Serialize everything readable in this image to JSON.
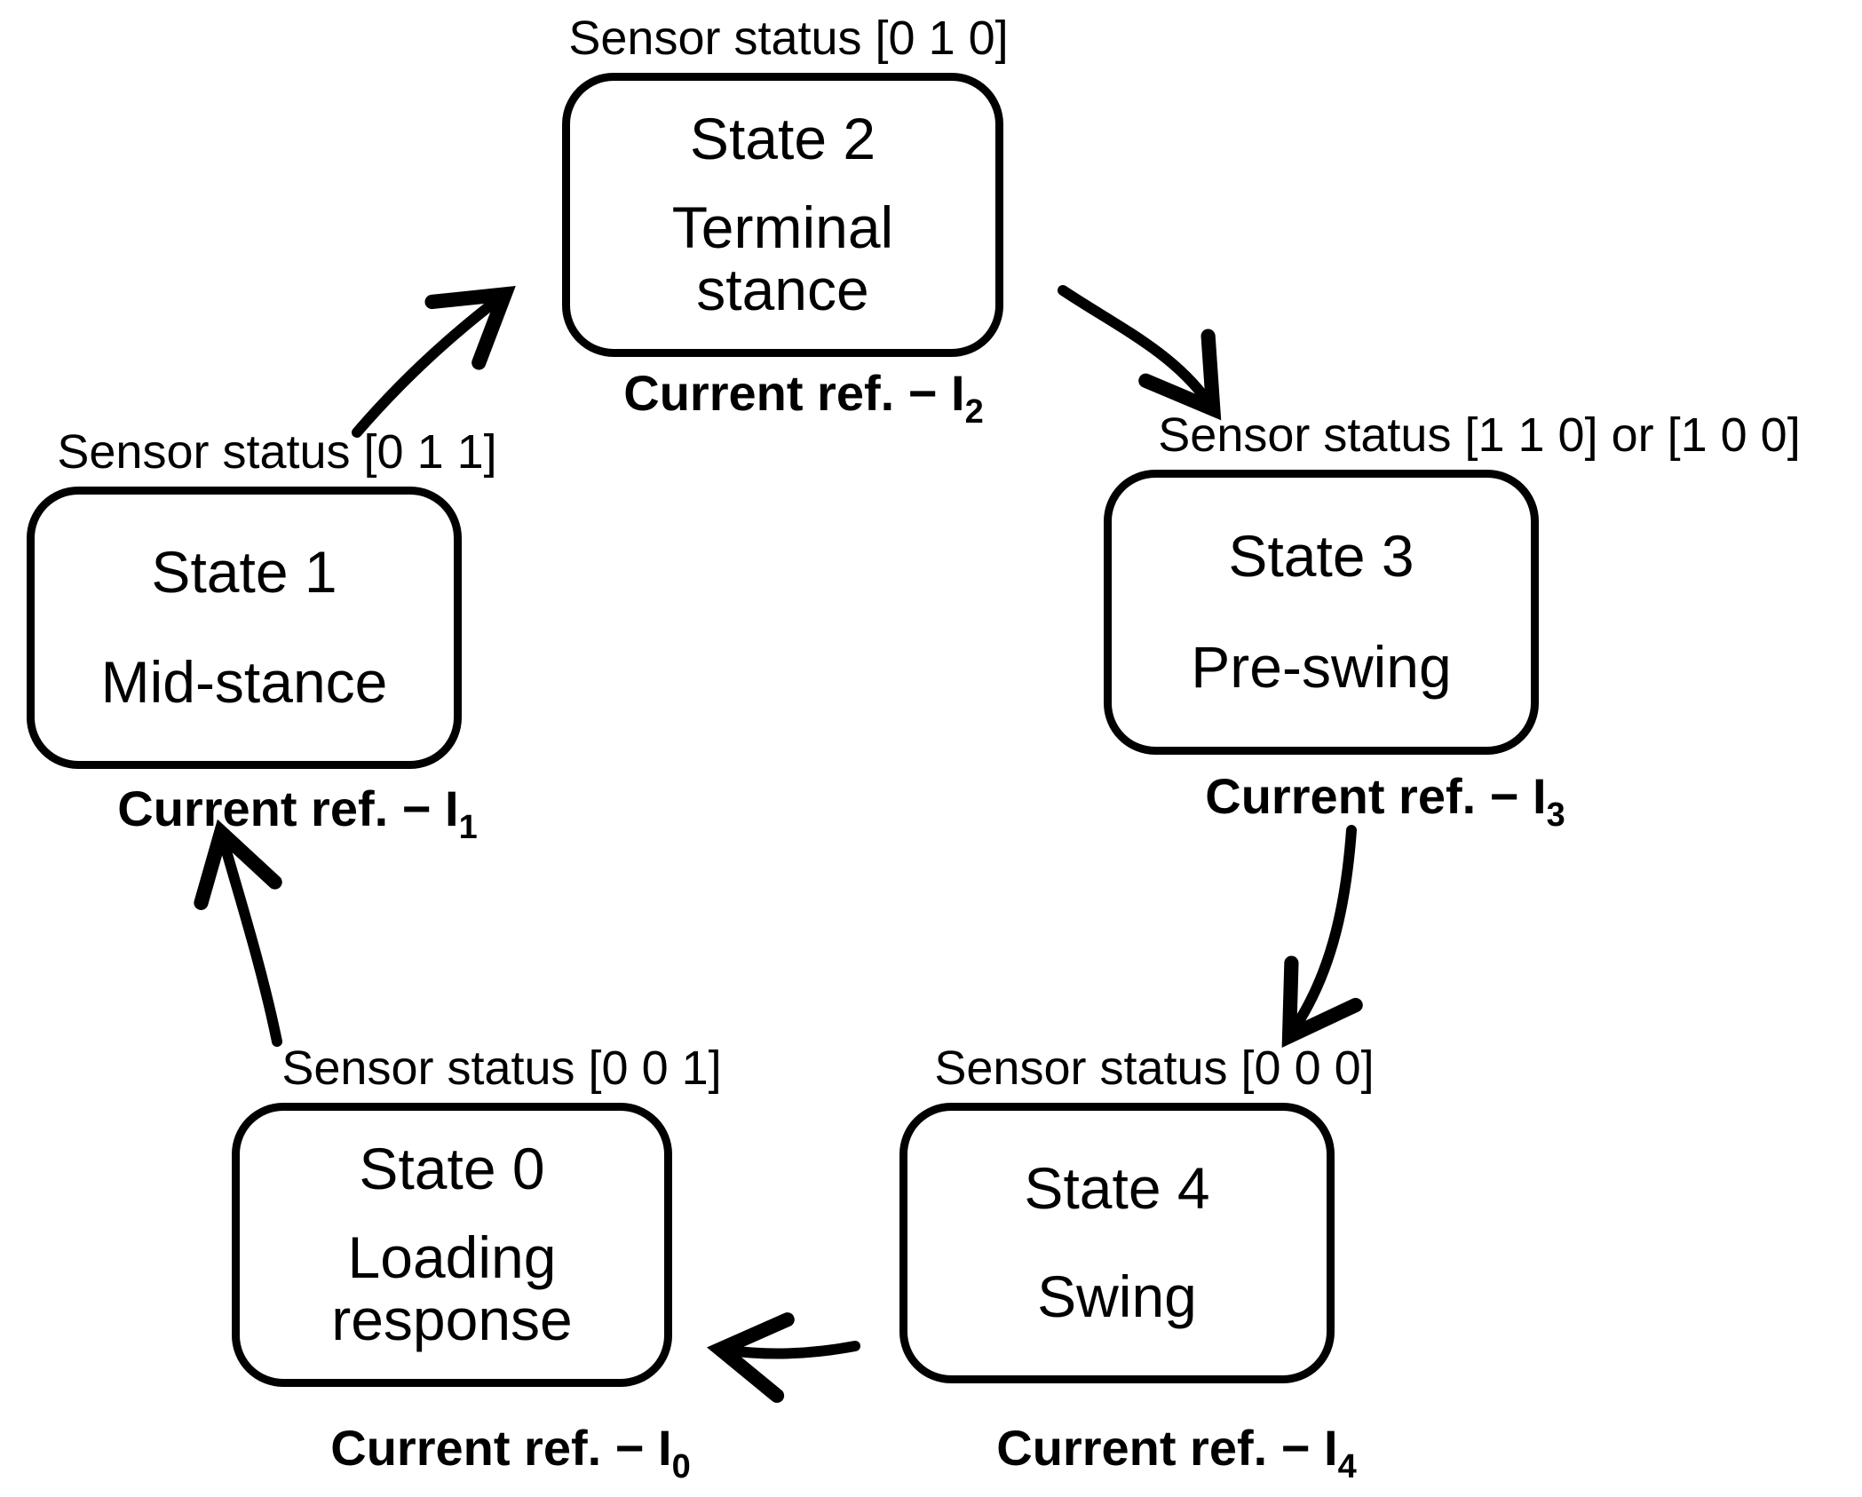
{
  "states": [
    {
      "state_label": "State 0",
      "phase": "Loading\nresponse",
      "sensor_status": "Sensor status [0 0 1]",
      "current_ref_prefix": "Current ref. − I",
      "current_ref_sub": "0"
    },
    {
      "state_label": "State 1",
      "phase": "Mid-stance",
      "sensor_status": "Sensor status [0 1 1]",
      "current_ref_prefix": "Current ref. − I",
      "current_ref_sub": "1"
    },
    {
      "state_label": "State 2",
      "phase": "Terminal\nstance",
      "sensor_status": "Sensor status [0 1 0]",
      "current_ref_prefix": "Current ref. − I",
      "current_ref_sub": "2"
    },
    {
      "state_label": "State 3",
      "phase": "Pre-swing",
      "sensor_status": "Sensor status [1 1 0] or [1 0 0]",
      "current_ref_prefix": "Current ref. − I",
      "current_ref_sub": "3"
    },
    {
      "state_label": "State 4",
      "phase": "Swing",
      "sensor_status": "Sensor status [0 0 0]",
      "current_ref_prefix": "Current ref. − I",
      "current_ref_sub": "4"
    }
  ],
  "transitions": [
    {
      "from": "State 1",
      "to": "State 2"
    },
    {
      "from": "State 2",
      "to": "State 3"
    },
    {
      "from": "State 3",
      "to": "State 4"
    },
    {
      "from": "State 4",
      "to": "State 0"
    },
    {
      "from": "State 0",
      "to": "State 1"
    }
  ],
  "colors": {
    "ink": "#000000",
    "background": "#ffffff"
  }
}
